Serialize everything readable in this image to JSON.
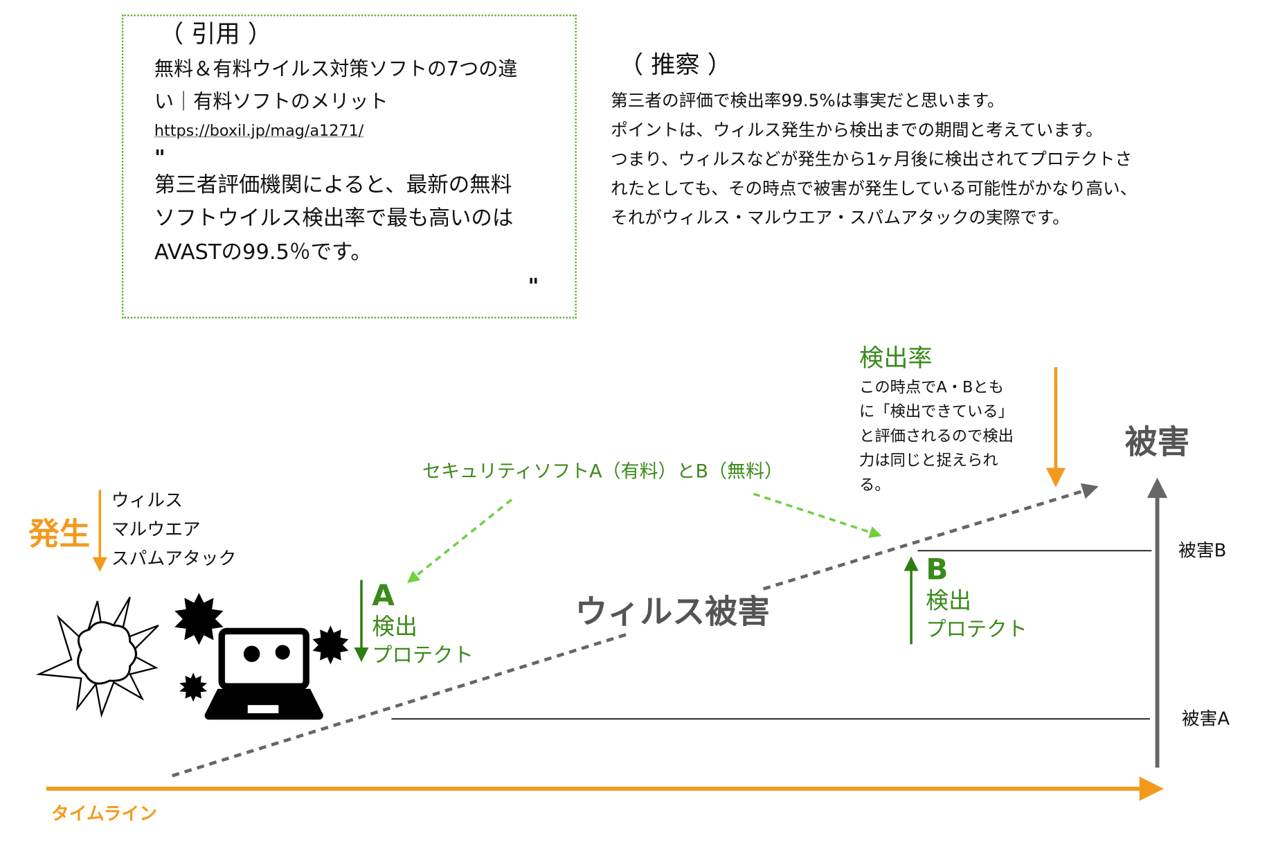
{
  "quote": {
    "heading": "（ 引用 ）",
    "title_lines": [
      "無料＆有料ウイルス対策ソフトの7つの違",
      "い｜有料ソフトのメリット"
    ],
    "url": "https://boxil.jp/mag/a1271/",
    "open_mark": "\"",
    "body_lines": [
      "第三者評価機関によると、最新の無料",
      "ソフトウイルス検出率で最も高いのは",
      "AVASTの99.5％です。"
    ],
    "close_mark": "\""
  },
  "inference": {
    "heading": "（ 推察 ）",
    "lines": [
      "第三者の評価で検出率99.5%は事実だと思います。",
      "ポイントは、ウィルス発生から検出までの期間と考えています。",
      "つまり、ウィルスなどが発生から1ヶ月後に検出されてプロテクトさ",
      "れたとしても、その時点で被害が発生している可能性がかなり高い、",
      "それがウィルス・マルウエア・スパムアタックの実際です。"
    ]
  },
  "diagram": {
    "detection_rate_title": "検出率",
    "detection_rate_note": [
      "この時点でA・Bとも",
      "に「検出できている」",
      "と評価されるので検出",
      "力は同じと捉えられ",
      "る。"
    ],
    "damage_title": "被害",
    "damage_b": "被害B",
    "damage_a": "被害A",
    "timeline": "タイムライン",
    "outbreak": "発生",
    "threats": [
      "ウィルス",
      "マルウエア",
      "スパムアタック"
    ],
    "software_label": "セキュリティソフトA（有料）とB（無料）",
    "virus_damage": "ウィルス被害",
    "a": {
      "letter": "A",
      "detect": "検出",
      "protect": "プロテクト"
    },
    "b": {
      "letter": "B",
      "detect": "検出",
      "protect": "プロテクト"
    },
    "colors": {
      "orange": "#f39a1e",
      "green": "#3a8a1a",
      "light_green": "#6fd040",
      "gray": "#555555"
    }
  }
}
